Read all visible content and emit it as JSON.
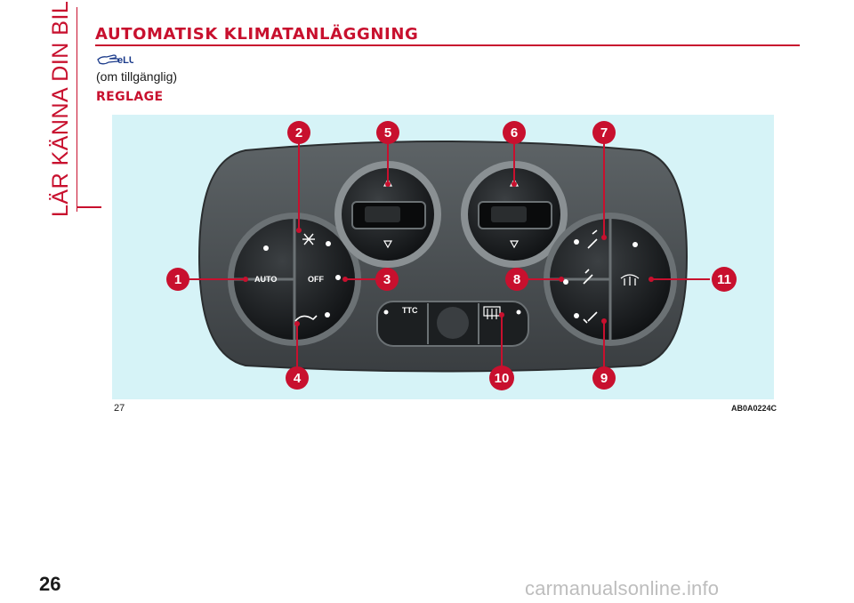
{
  "side_title": "LÄR KÄNNA DIN BIL",
  "heading": "AUTOMATISK KLIMATANLÄGGNING",
  "availability_icon": "hand-pointing-icon",
  "availability_note": "(om tillgänglig)",
  "subheading": "REGLAGE",
  "figure": {
    "number": "27",
    "code": "AB0A0224C",
    "callouts": [
      "1",
      "2",
      "3",
      "4",
      "5",
      "6",
      "7",
      "8",
      "9",
      "10",
      "11"
    ],
    "buttons": {
      "auto": "AUTO",
      "off": "OFF",
      "ttc": "TTC"
    },
    "icons": [
      "snowflake-icon",
      "recirculation-icon",
      "vent-up-icon",
      "vent-down-icon",
      "defrost-window-icon",
      "rear-defrost-icon",
      "airflow-up-icon",
      "airflow-face-icon",
      "airflow-feet-icon"
    ]
  },
  "colors": {
    "accent": "#c8102e",
    "figure_bg": "#d6f3f7",
    "panel": "#4a4f52"
  },
  "page_number": "26",
  "watermark": "carmanualsonline.info"
}
